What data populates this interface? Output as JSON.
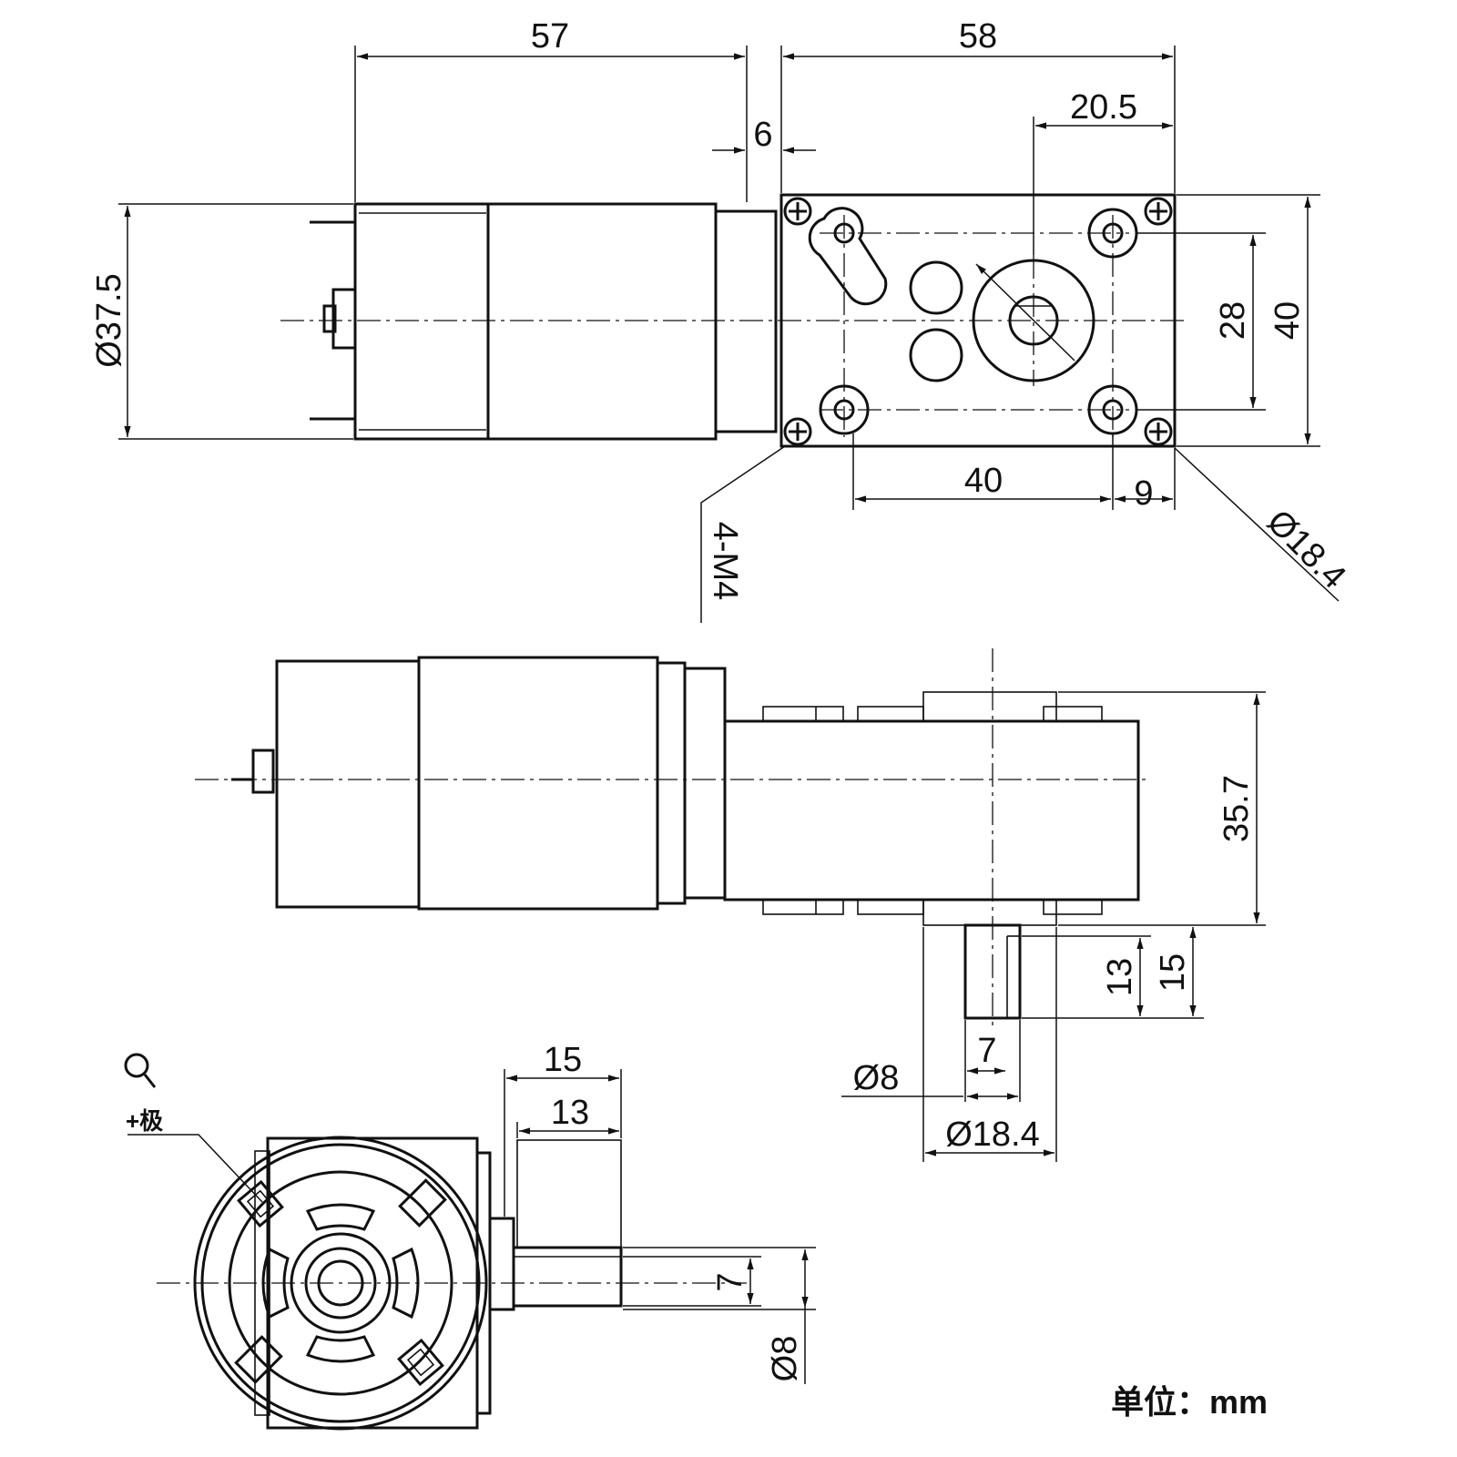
{
  "dimensions": {
    "motor_length": "57",
    "gearbox_length": "58",
    "gap": "6",
    "shaft_offset": "20.5",
    "motor_diameter": "Ø37.5",
    "hole_spacing_v": "28",
    "gearbox_height": "40",
    "hole_spacing_h": "40",
    "hole_edge": "9",
    "mount_thread": "4-M4",
    "boss_diameter_top": "Ø18.4",
    "side_height": "35.7",
    "shaft_len_short": "13",
    "shaft_len_long": "15",
    "shaft_flat": "7",
    "shaft_diameter": "Ø8",
    "boss_diameter": "Ø18.4",
    "end_len_long": "15",
    "end_len_short": "13",
    "end_flat": "7",
    "end_shaft_diameter": "Ø8"
  },
  "labels": {
    "positive_terminal": "+极",
    "unit": "单位：mm"
  },
  "icons": {
    "zoom": "magnifier-icon"
  }
}
